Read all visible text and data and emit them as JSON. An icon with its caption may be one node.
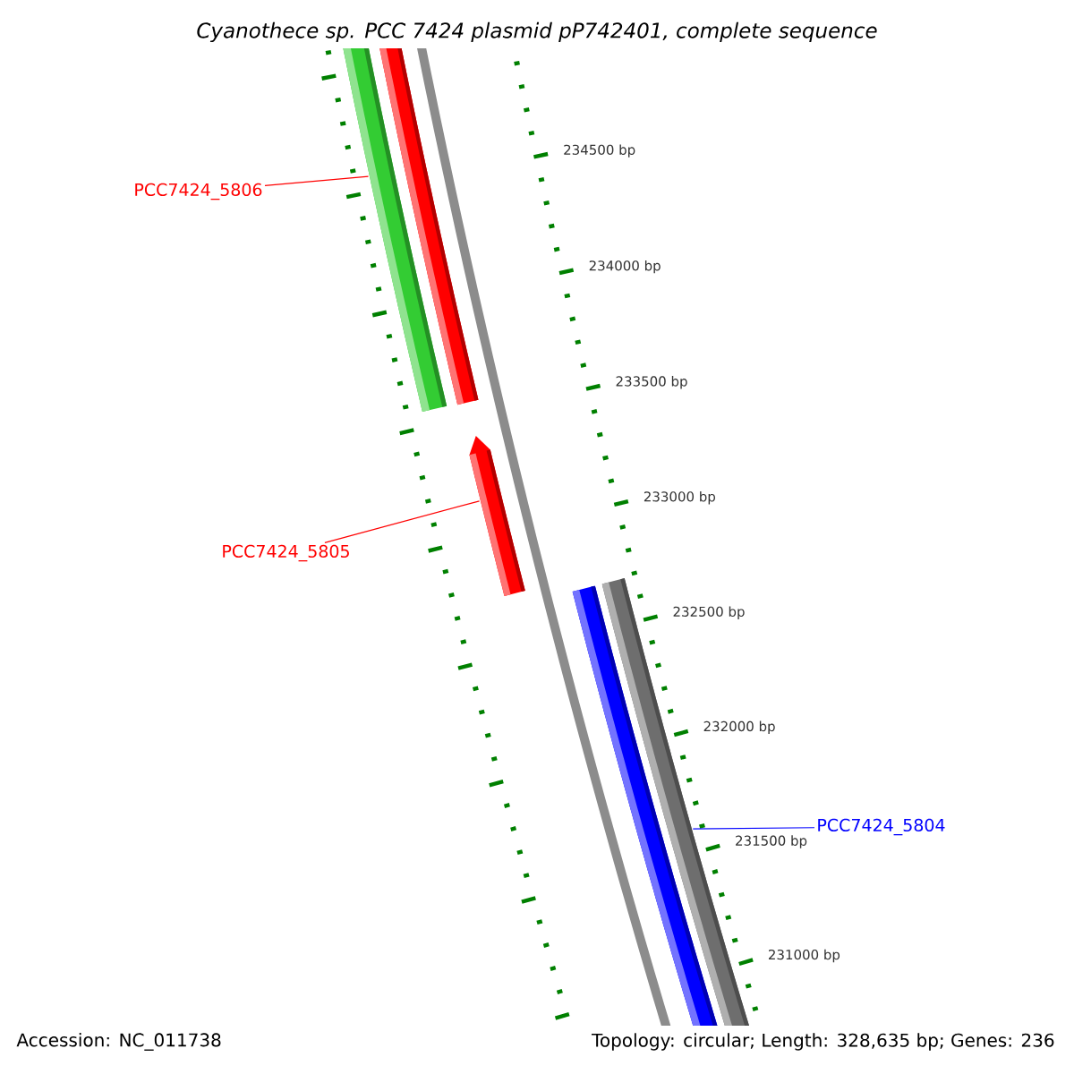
{
  "diagram": {
    "title": "Cyanothece sp. PCC 7424 plasmid pP742401, complete sequence",
    "nodes": [
      {
        "text": [
          "PCC7424_5806"
        ]
      },
      {
        "text": [
          "PCC7424_5805"
        ]
      },
      {
        "text": [
          "PCC7424_5804"
        ]
      },
      {
        "text": [],
        "shape": "bar"
      },
      {
        "text": [],
        "shape": "bar"
      },
      {
        "text": [],
        "shape": "bar"
      },
      {
        "text": [],
        "shape": "bar"
      },
      {
        "text": [],
        "shape": "bar"
      }
    ],
    "edges": [
      {
        "from": 0,
        "to": 3,
        "arrow": "none",
        "color": "#ff0000"
      },
      {
        "from": 1,
        "to": 5,
        "arrow": "none",
        "color": "#ff0000"
      },
      {
        "from": 2,
        "to": 7,
        "arrow": "none",
        "color": "#0000ff"
      }
    ],
    "labels": [
      "234500 bp",
      "234000 bp",
      "233500 bp",
      "233000 bp",
      "232500 bp",
      "232000 bp",
      "231500 bp",
      "231000 bp",
      "Accession: NC_011738",
      "Topology: circular; Length: 328,635 bp; Genes: 236"
    ]
  }
}
